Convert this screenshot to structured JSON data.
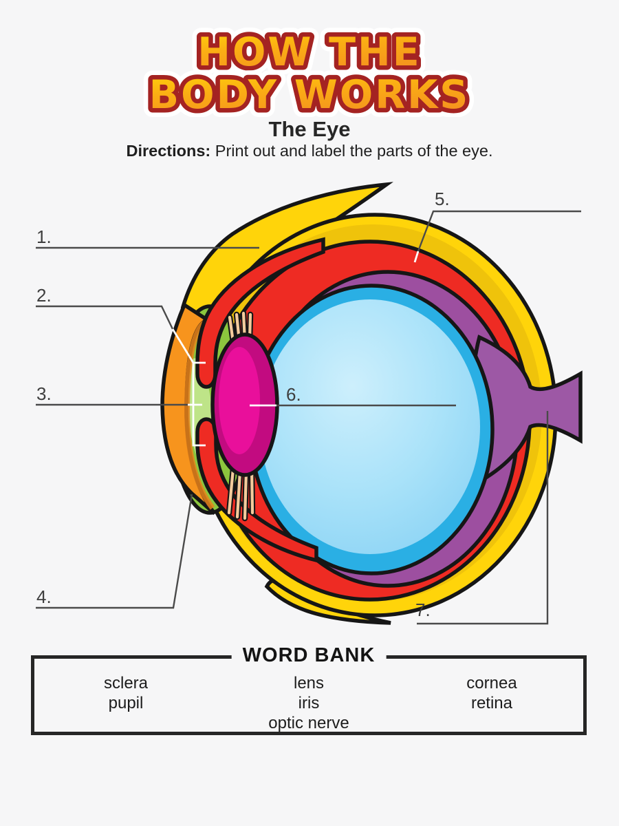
{
  "logo": {
    "line1": "HOW THE",
    "line2": "BODY WORKS",
    "fill_top": "#FFD20A",
    "fill_bottom": "#F5941E",
    "outline": "#A42322",
    "halo": "#FFFFFF"
  },
  "header": {
    "title": "The Eye",
    "directions_label": "Directions:",
    "directions_text": " Print out and label the parts of the eye."
  },
  "diagram": {
    "callouts": [
      {
        "number": "1."
      },
      {
        "number": "2."
      },
      {
        "number": "3."
      },
      {
        "number": "4."
      },
      {
        "number": "5."
      },
      {
        "number": "6."
      },
      {
        "number": "7."
      }
    ],
    "colors": {
      "sclera_yellow": "#FFD40A",
      "sclera_shade": "#EFC30B",
      "choroid_red": "#EE2B23",
      "retina_purple": "#9D4FA0",
      "vitreous_edge_blue": "#2AAFE4",
      "vitreous_blue": "#9FDCF8",
      "aqueous_green": "#8CC63E",
      "aqueous_highlight": "#BEE488",
      "cornea_orange": "#F7941D",
      "cornea_shade": "#E8821A",
      "iris_red": "#EE2B23",
      "lens_outer": "#C20B80",
      "lens_inner": "#E90F9B",
      "fiber_tan": "#F4CB9C",
      "optic_nerve_purple": "#9D58A5",
      "outline_black": "#161616",
      "callout_line_gray": "#4A4A4A"
    }
  },
  "word_bank": {
    "title": "WORD BANK",
    "columns": [
      [
        "sclera",
        "pupil"
      ],
      [
        "lens",
        "iris",
        "optic nerve"
      ],
      [
        "cornea",
        "retina"
      ]
    ]
  }
}
